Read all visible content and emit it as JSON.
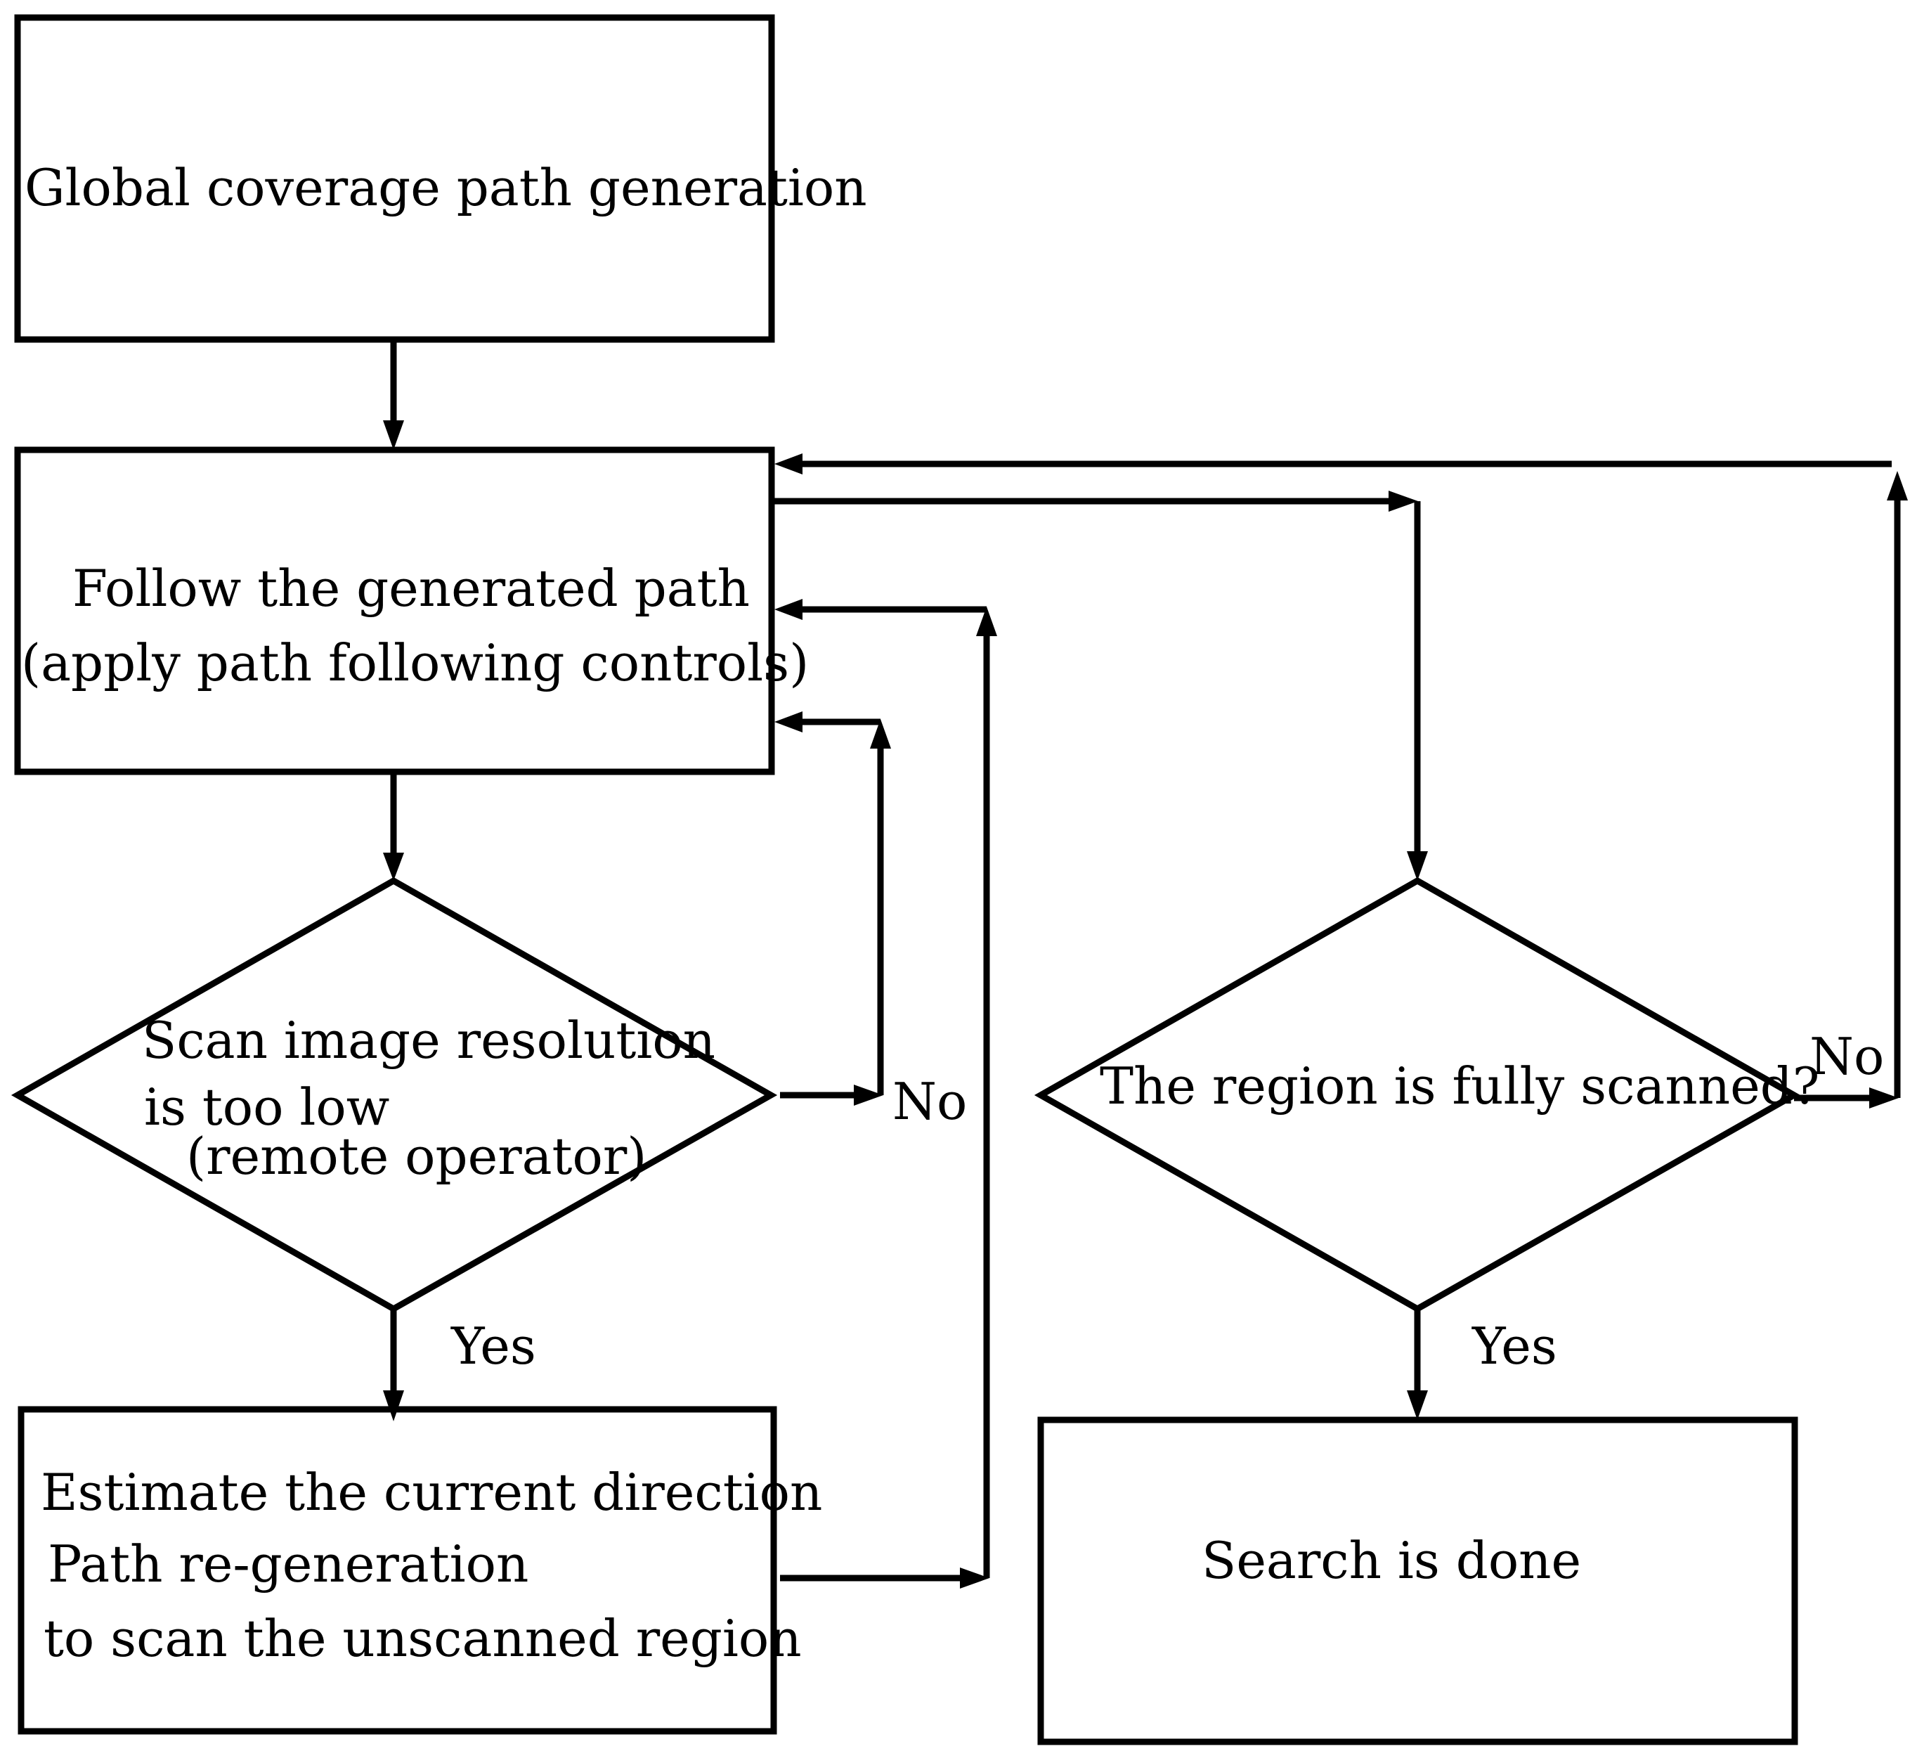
{
  "nodes": {
    "global_coverage": {
      "lines": [
        "Global coverage path generation"
      ]
    },
    "follow_path": {
      "lines": [
        "Follow the generated path",
        "(apply path following controls)"
      ]
    },
    "scan_resolution": {
      "lines": [
        "Scan image resolution",
        "is too low",
        "(remote operator)"
      ]
    },
    "estimate_direction": {
      "lines": [
        "Estimate the current direction",
        "Path re-generation",
        "to scan the unscanned region"
      ]
    },
    "region_scanned": {
      "lines": [
        "The region is fully scanned?"
      ]
    },
    "search_done": {
      "lines": [
        "Search is done"
      ]
    }
  },
  "edge_labels": {
    "scan_no": "No",
    "scan_yes": "Yes",
    "region_no": "No",
    "region_yes": "Yes"
  },
  "colors": {
    "stroke": "#000000",
    "background": "#ffffff"
  }
}
